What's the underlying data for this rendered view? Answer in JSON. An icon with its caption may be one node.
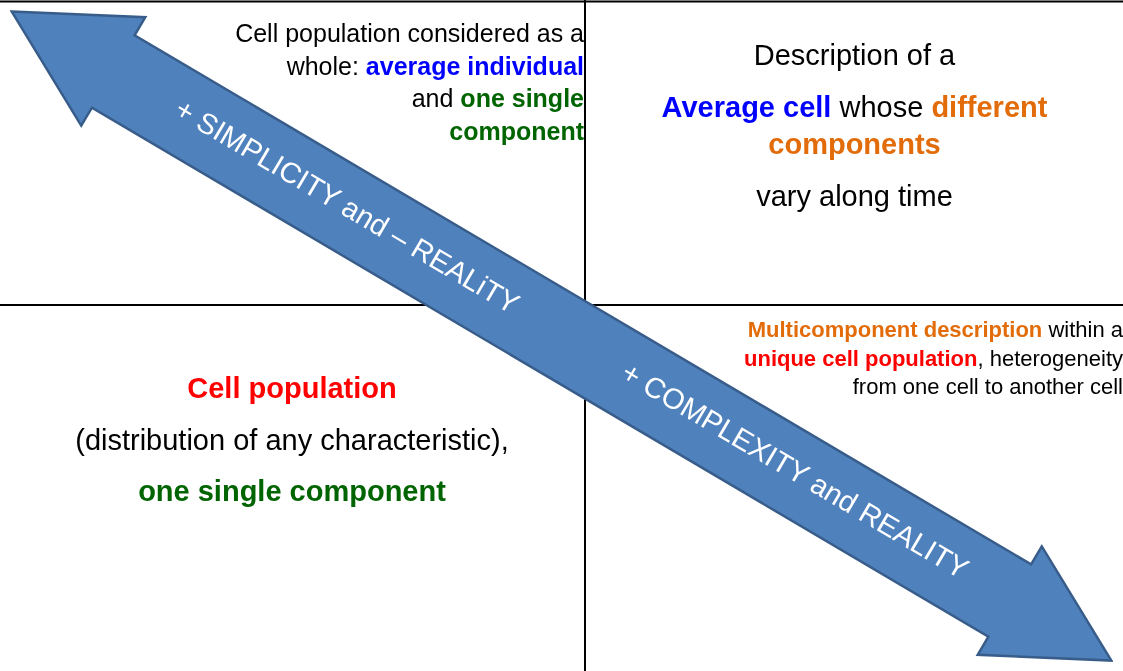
{
  "diagram": {
    "nodes": [
      {
        "text": [
          "Cell population considered as a whole: **average individual** and **one single component**"
        ]
      },
      {
        "text": [
          "Description of a",
          "**Average cell** whose **different components**",
          "vary along time"
        ]
      },
      {
        "text": [
          "Cell population",
          "(distribution of any characteristic),",
          "one single component"
        ]
      },
      {
        "text": [
          "**Multicomponent description** within a **unique cell population**, heterogeneity from one cell to another cell"
        ]
      },
      {
        "text": [
          "+ SIMPLICITY and – REALiTY",
          "+ COMPLEXITY and REALITY"
        ]
      }
    ]
  }
}
